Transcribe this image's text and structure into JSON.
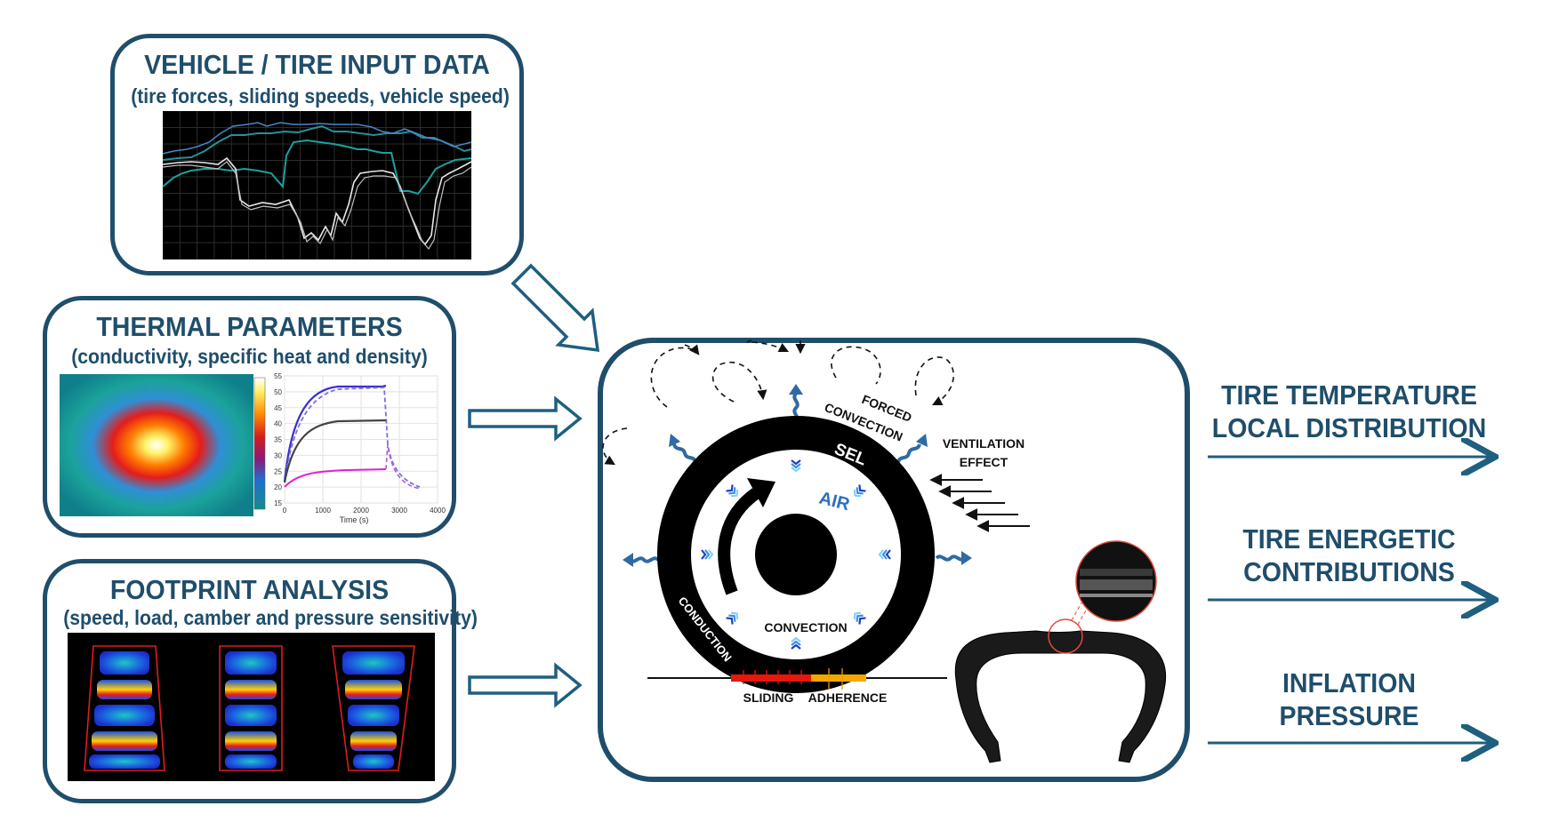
{
  "inputs": {
    "vehicle": {
      "title": "VEHICLE / TIRE INPUT DATA",
      "subtitle": "(tire forces, sliding speeds, vehicle speed)"
    },
    "thermal": {
      "title": "THERMAL PARAMETERS",
      "subtitle": "(conductivity, specific heat and density)"
    },
    "footprint": {
      "title": "FOOTPRINT ANALYSIS",
      "subtitle": "(speed, load, camber and pressure sensitivity)"
    }
  },
  "thermal_plot": {
    "y_ticks": [
      "55",
      "50",
      "45",
      "40",
      "35",
      "30",
      "25",
      "20",
      "15"
    ],
    "x_ticks": [
      "0",
      "1000",
      "2000",
      "3000",
      "4000"
    ],
    "xlabel": "Time (s)"
  },
  "model": {
    "forced_convection": [
      "FORCED",
      "CONVECTION"
    ],
    "ventilation": [
      "VENTILATION",
      "EFFECT"
    ],
    "sel": "SEL",
    "air": "AIR",
    "conduction": "CONDUCTION",
    "convection": "CONVECTION",
    "sliding": "SLIDING",
    "adherence": "ADHERENCE"
  },
  "outputs": [
    {
      "line1": "TIRE TEMPERATURE",
      "line2": "LOCAL DISTRIBUTION"
    },
    {
      "line1": "TIRE ENERGETIC",
      "line2": "CONTRIBUTIONS"
    },
    {
      "line1": "INFLATION",
      "line2": "PRESSURE"
    }
  ],
  "colors": {
    "primary": "#1f4e6b",
    "flow_arrow": "#1f5f80",
    "sliding": "#e8170c",
    "adherence": "#f5a700"
  }
}
